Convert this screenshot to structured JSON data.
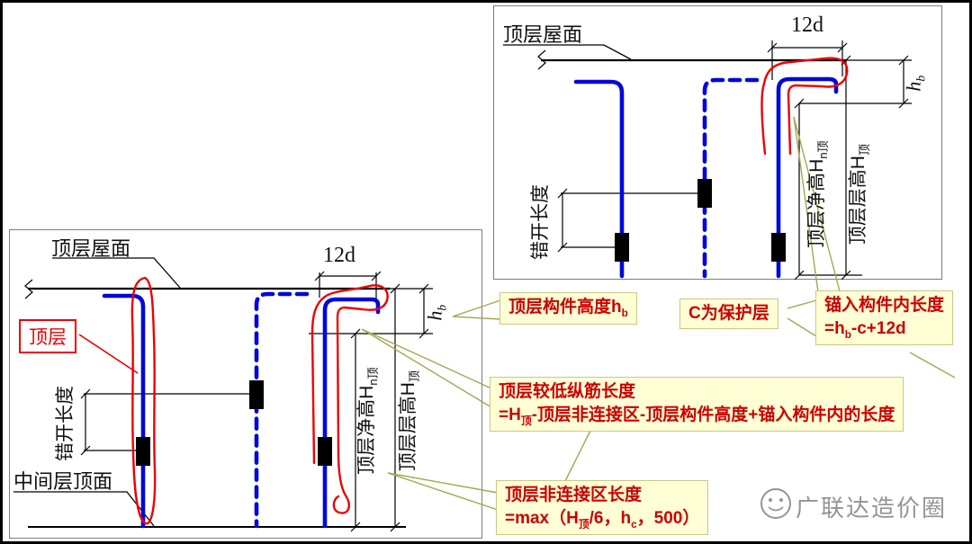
{
  "colors": {
    "rebar_blue": "#0008d8",
    "highlight_red": "#ee0000",
    "callout_bg": "#ffffd6",
    "callout_border": "#c9c985",
    "callout_text": "#cc0000",
    "leader_olive": "#a6a650",
    "watermark_gray": "#949494"
  },
  "top_diagram": {
    "roof_label": "顶层屋面",
    "hook_dim": "12d",
    "stagger_label": "错开长度",
    "net_height_main": "顶层净高H",
    "net_height_sub": "n顶",
    "story_height_main": "顶层层高H",
    "story_height_sub": "顶",
    "beam_height_main": "h",
    "beam_height_sub": "b"
  },
  "bottom_diagram": {
    "roof_label": "顶层屋面",
    "hook_dim": "12d",
    "top_floor_tag": "顶层",
    "stagger_label": "错开长度",
    "mid_floor_label": "中间层顶面",
    "net_height_main": "顶层净高H",
    "net_height_sub": "n顶",
    "story_height_main": "顶层层高H",
    "story_height_sub": "顶",
    "beam_height_main": "h",
    "beam_height_sub": "b"
  },
  "callouts": {
    "member_height": {
      "main": "顶层构件高度h",
      "sub": "b"
    },
    "cover_layer": "C为保护层",
    "anchor_length": {
      "title": "锚入构件内长度",
      "f1": "=h",
      "f1_sub": "b",
      "f2": "-c+12d"
    },
    "lower_bar_length": {
      "title": "顶层较低纵筋长度",
      "f1": "=H",
      "f1_sub": "顶",
      "f2": "-顶层非连接区-顶层构件高度+锚入构件内的长度"
    },
    "non_connection_zone": {
      "title": "顶层非连接区长度",
      "f1": "=max（H",
      "f1_sub": "顶",
      "f2": "/6，h",
      "f2_sub": "c",
      "f3": "，500）"
    }
  },
  "watermark": {
    "brand": "广联达造价圈"
  }
}
